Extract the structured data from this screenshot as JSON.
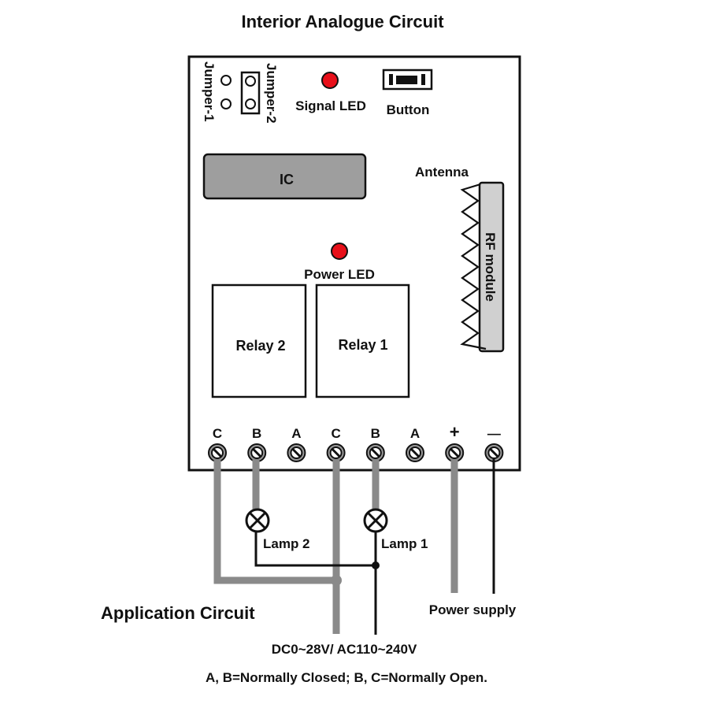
{
  "title": "Interior Analogue Circuit",
  "board": {
    "jumper1_label": "Jumper-1",
    "jumper2_label": "Jumper-2",
    "signal_led_label": "Signal LED",
    "button_label": "Button",
    "ic_label": "IC",
    "antenna_label": "Antenna",
    "rf_module_label": "RF module",
    "power_led_label": "Power LED",
    "relay2_label": "Relay 2",
    "relay1_label": "Relay 1",
    "led_color": "#e8101a",
    "terminals": [
      {
        "label": "C",
        "group": "relay2"
      },
      {
        "label": "B",
        "group": "relay2"
      },
      {
        "label": "A",
        "group": "relay2"
      },
      {
        "label": "C",
        "group": "relay1"
      },
      {
        "label": "B",
        "group": "relay1"
      },
      {
        "label": "A",
        "group": "relay1"
      },
      {
        "label": "+",
        "group": "power"
      },
      {
        "label": "—",
        "group": "power"
      }
    ]
  },
  "application": {
    "heading": "Application Circuit",
    "lamp2_label": "Lamp 2",
    "lamp1_label": "Lamp 1",
    "power_supply_label": "Power supply",
    "source_label": "DC0~28V/ AC110~240V",
    "note": "A, B=Normally Closed; B, C=Normally Open.",
    "wire_gray": "#8a8a8a"
  }
}
